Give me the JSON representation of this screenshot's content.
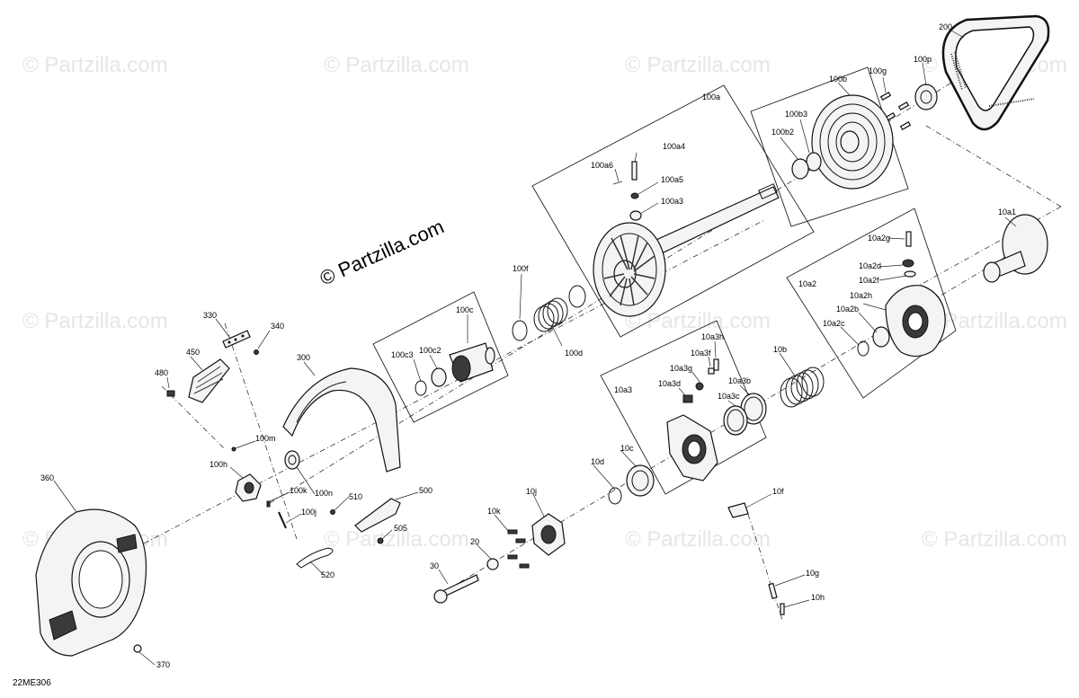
{
  "diagram": {
    "code": "22ME306",
    "watermark_center": "© Partzilla.com",
    "watermark_faint": "© Partzilla.com",
    "callouts": {
      "c200": "200",
      "c100p": "100p",
      "c100g": "100g",
      "c100b": "100b",
      "c100a": "100a",
      "c100b3": "100b3",
      "c100b2": "100b2",
      "c100a4": "100a4",
      "c100a6": "100a6",
      "c100a5": "100a5",
      "c100a3": "100a3",
      "c10a1": "10a1",
      "c10a2g": "10a2g",
      "c10a2d": "10a2d",
      "c10a2f": "10a2f",
      "c10a2": "10a2",
      "c10a2h": "10a2h",
      "c10a2b": "10a2b",
      "c10a2c": "10a2c",
      "c10b": "10b",
      "c100f": "100f",
      "c100c": "100c",
      "c100d": "100d",
      "c100c3": "100c3",
      "c100c2": "100c2",
      "c330": "330",
      "c340": "340",
      "c450": "450",
      "c480": "480",
      "c300": "300",
      "c10a3h": "10a3h",
      "c10a3f": "10a3f",
      "c10a3g": "10a3g",
      "c10a3": "10a3",
      "c10a3d": "10a3d",
      "c10a3b": "10a3b",
      "c10a3c": "10a3c",
      "c100m": "100m",
      "c100h": "100h",
      "c100k": "100k",
      "c100n": "100n",
      "c100j": "100j",
      "c510": "510",
      "c500": "500",
      "c505": "505",
      "c520": "520",
      "c10d": "10d",
      "c10c": "10c",
      "c10f": "10f",
      "c10j": "10j",
      "c10k": "10k",
      "c20": "20",
      "c30": "30",
      "c360": "360",
      "c370": "370",
      "c10g": "10g",
      "c10h": "10h"
    }
  }
}
